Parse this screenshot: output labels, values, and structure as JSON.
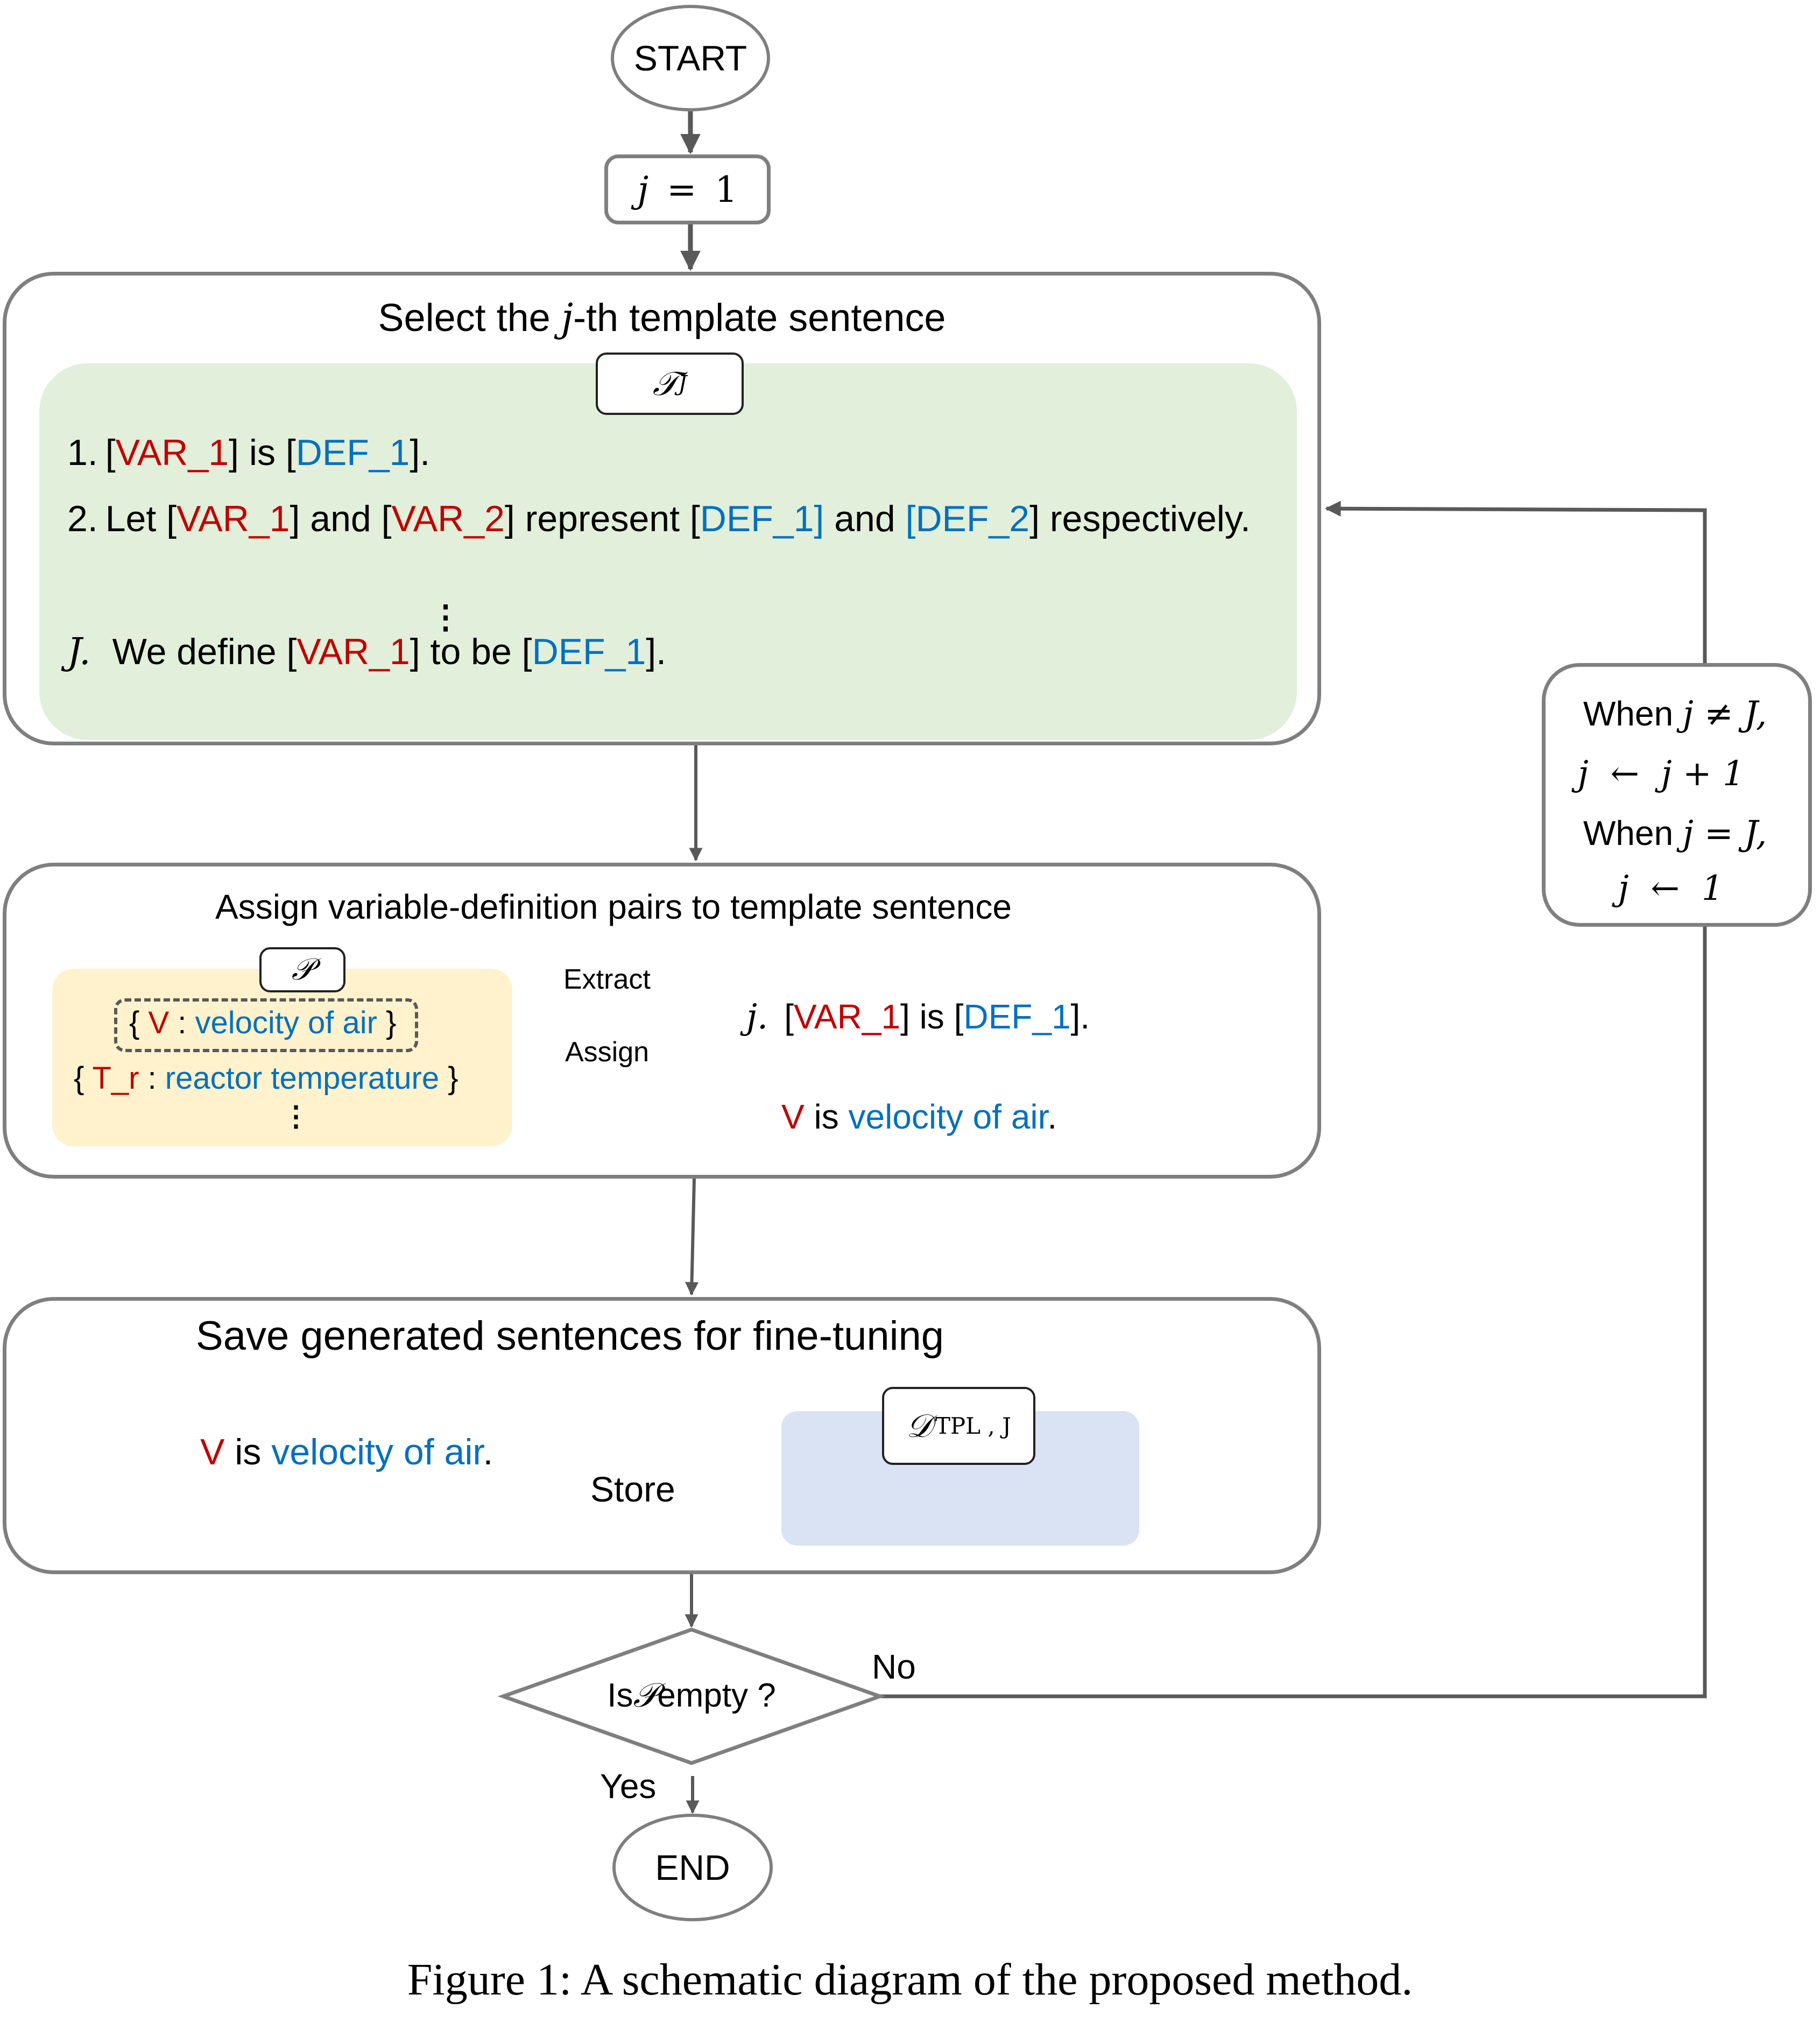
{
  "start": {
    "label": "START"
  },
  "init": {
    "var": "j",
    "op": "=",
    "value": "1"
  },
  "select_step": {
    "title_pre": "Select the ",
    "title_var": "j",
    "title_post": "-th template sentence",
    "set_label": "𝒯",
    "set_sub": "J",
    "templates": [
      {
        "num": "1.",
        "parts": [
          {
            "t": "[",
            "c": "k"
          },
          {
            "t": "VAR_1",
            "c": "r"
          },
          {
            "t": "] is [",
            "c": "k"
          },
          {
            "t": "DEF_1",
            "c": "b"
          },
          {
            "t": "].",
            "c": "k"
          }
        ]
      },
      {
        "num": "2.",
        "parts": [
          {
            "t": "Let [",
            "c": "k"
          },
          {
            "t": "VAR_1",
            "c": "r"
          },
          {
            "t": "] and [",
            "c": "k"
          },
          {
            "t": "VAR_2",
            "c": "r"
          },
          {
            "t": "] represent [",
            "c": "k"
          },
          {
            "t": "DEF_1]",
            "c": "b"
          },
          {
            "t": " and ",
            "c": "k"
          },
          {
            "t": "[DEF_2",
            "c": "b"
          },
          {
            "t": "] respectively.",
            "c": "k"
          }
        ]
      },
      {
        "num": "J.",
        "parts": [
          {
            "t": "We define [",
            "c": "k"
          },
          {
            "t": "VAR_1",
            "c": "r"
          },
          {
            "t": "] to be [",
            "c": "k"
          },
          {
            "t": "DEF_1",
            "c": "b"
          },
          {
            "t": "].",
            "c": "k"
          }
        ]
      }
    ],
    "ellipsis": "⋮"
  },
  "assign_step": {
    "title": "Assign variable-definition pairs to template sentence",
    "set_label": "𝒫",
    "pairs": [
      {
        "var": "V",
        "def": "velocity of air",
        "selected": true
      },
      {
        "var": "T_r",
        "def": "reactor temperature",
        "selected": false
      }
    ],
    "ellipsis": "⋮",
    "arrow_top_label": "Extract",
    "arrow_bottom_label": "Assign",
    "template_index": "j.",
    "template_parts": [
      {
        "t": "[",
        "c": "k"
      },
      {
        "t": "VAR_1",
        "c": "r"
      },
      {
        "t": "] is [",
        "c": "k"
      },
      {
        "t": "DEF_1",
        "c": "b"
      },
      {
        "t": "].",
        "c": "k"
      }
    ],
    "result_parts": [
      {
        "t": "V",
        "c": "r"
      },
      {
        "t": " is ",
        "c": "k"
      },
      {
        "t": "velocity of air",
        "c": "b"
      },
      {
        "t": ".",
        "c": "k"
      }
    ]
  },
  "save_step": {
    "title": "Save generated sentences for fine-tuning",
    "sentence_parts": [
      {
        "t": "V",
        "c": "r"
      },
      {
        "t": " is ",
        "c": "k"
      },
      {
        "t": "velocity of air",
        "c": "b"
      },
      {
        "t": ".",
        "c": "k"
      }
    ],
    "arrow_label": "Store",
    "dataset_label": "𝒟",
    "dataset_sub": "TPL , J"
  },
  "decision": {
    "text_pre": "Is ",
    "text_var": "𝒫",
    "text_post": " empty ?",
    "yes_label": "Yes",
    "no_label": "No"
  },
  "loop_rule": {
    "line1_pre": "When ",
    "line1_math": "j ≠ J,",
    "line2_math": "j  ←  j + 1",
    "line3_pre": "When ",
    "line3_math": "j = J,",
    "line4_math": "j  ←  1"
  },
  "end": {
    "label": "END"
  },
  "caption": "Figure 1: A schematic diagram of the proposed method.",
  "colors": {
    "variable": "#c00000",
    "definition": "#0070c0",
    "border": "#7f7f7f",
    "arrow": "#595959",
    "template_panel": "#e2efda",
    "pairs_panel": "#fff2cc",
    "dataset_panel": "#dae3f3"
  }
}
